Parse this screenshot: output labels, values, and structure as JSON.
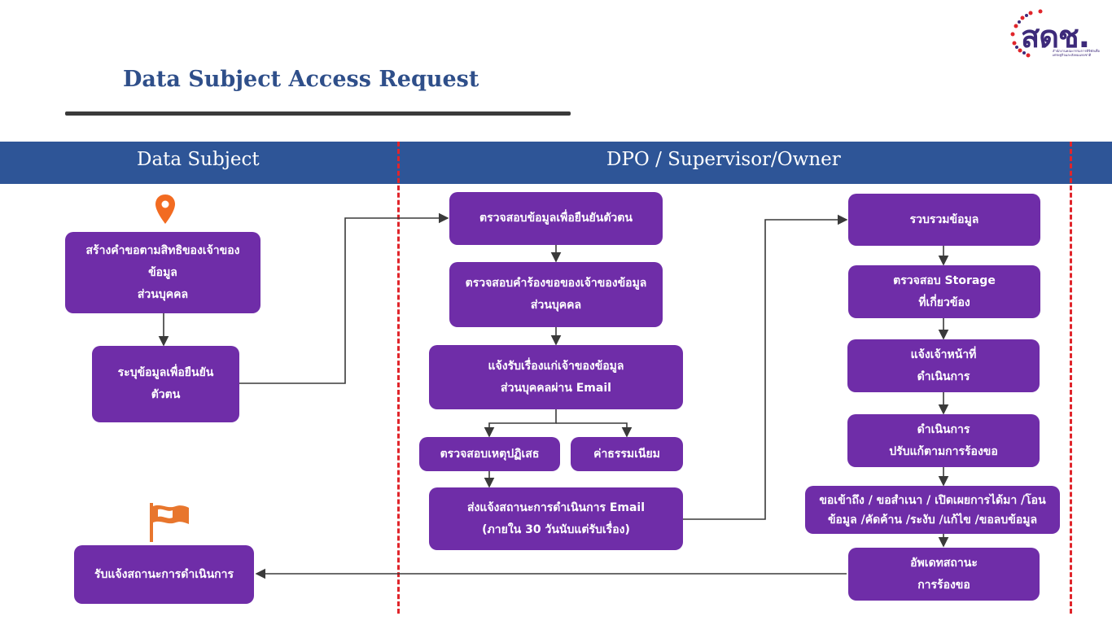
{
  "page": {
    "title": "Data Subject Access Request",
    "footnote": ""
  },
  "lanes": {
    "left_label": "Data Subject",
    "right_label": "DPO / Supervisor/Owner"
  },
  "logo": {
    "text": "สดช.",
    "subtitle": "สำนักงานคณะกรรมการดิจิทัลเพื่อเศรษฐกิจและสังคมแห่งชาติ"
  },
  "icons": {
    "pin": "location-pin-icon",
    "flag": "flag-icon"
  },
  "colors": {
    "box": "#6f2da8",
    "band": "#2e5597",
    "title": "#2f4f8a",
    "divider": "#e0252b"
  },
  "nodes": {
    "create_request": "สร้างคำขอตามสิทธิของเจ้าของ\nข้อมูล\nส่วนบุคคล",
    "specify_identity": "ระบุข้อมูลเพื่อยืนยัน\nตัวตน",
    "receive_status": "รับแจ้งสถานะการดำเนินการ",
    "verify_identity": "ตรวจสอบข้อมูลเพื่อยืนยันตัวตน",
    "check_request": "ตรวจสอบคำร้องขอของเจ้าของข้อมูล\nส่วนบุคคล",
    "notify_email": "แจ้งรับเรื่องแก่เจ้าของข้อมูล\nส่วนบุคคลผ่าน Email",
    "check_rejection": "ตรวจสอบเหตุปฏิเสธ",
    "fee": "ค่าธรรมเนียม",
    "send_status": "ส่งแจ้งสถานะการดำเนินการ Email\n(ภายใน 30 วันนับแต่รับเรื่อง)",
    "collect_data": "รวบรวมข้อมูล",
    "check_storage": "ตรวจสอบ Storage\nที่เกี่ยวข้อง",
    "notify_staff": "แจ้งเจ้าหน้าที่\nดำเนินการ",
    "process": "ดำเนินการ\nปรับแก้ตามการร้องขอ",
    "actions": "ขอเข้าถึง / ขอสำเนา / เปิดเผยการได้มา /โอน\nข้อมูล /คัดค้าน /ระงับ /แก้ไข /ขอลบข้อมูล",
    "update_status": "อัพเดทสถานะ\nการร้องขอ"
  }
}
